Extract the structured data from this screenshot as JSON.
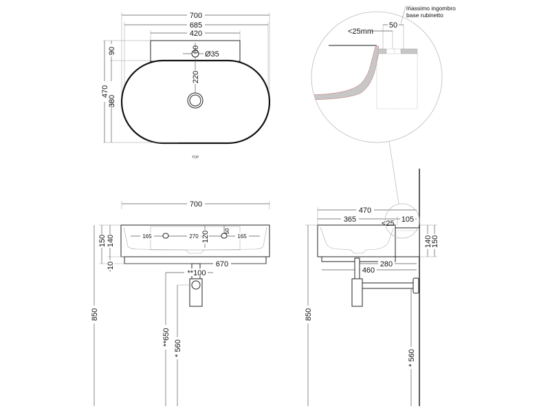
{
  "top_view": {
    "caption": "TOP",
    "dims": {
      "overall_width": "700",
      "inner_width": "685",
      "deck_width": "420",
      "deck_depth": "90",
      "overall_depth": "470",
      "bowl_depth": "380",
      "tap_offset": "60",
      "tap_hole": "Ø35",
      "drain_distance": "220"
    }
  },
  "front_view": {
    "dims": {
      "overall_width": "700",
      "height": "150",
      "bowl_height": "140",
      "base": "10",
      "base_width": "670",
      "left_hole": "165",
      "hole_spacing": "270",
      "right_hole": "165",
      "hole_height": "120",
      "hole_size": "50",
      "trap_width": "**100",
      "floor_height": "850",
      "trap_height": "**650",
      "outlet_height": "* 560"
    }
  },
  "side_view": {
    "dims": {
      "overall_depth": "470",
      "bowl_depth": "365",
      "deck_depth": "105",
      "rim": "<25",
      "bowl_height": "140",
      "height": "150",
      "drain_from_wall": "280",
      "base_depth": "460",
      "floor_height": "850",
      "outlet_height": "* 560"
    }
  },
  "detail": {
    "note_line1": "massimo ingombro",
    "note_line2": "base rubinetto",
    "rim_dim": "<25mm",
    "tap_base_dim": "50"
  }
}
